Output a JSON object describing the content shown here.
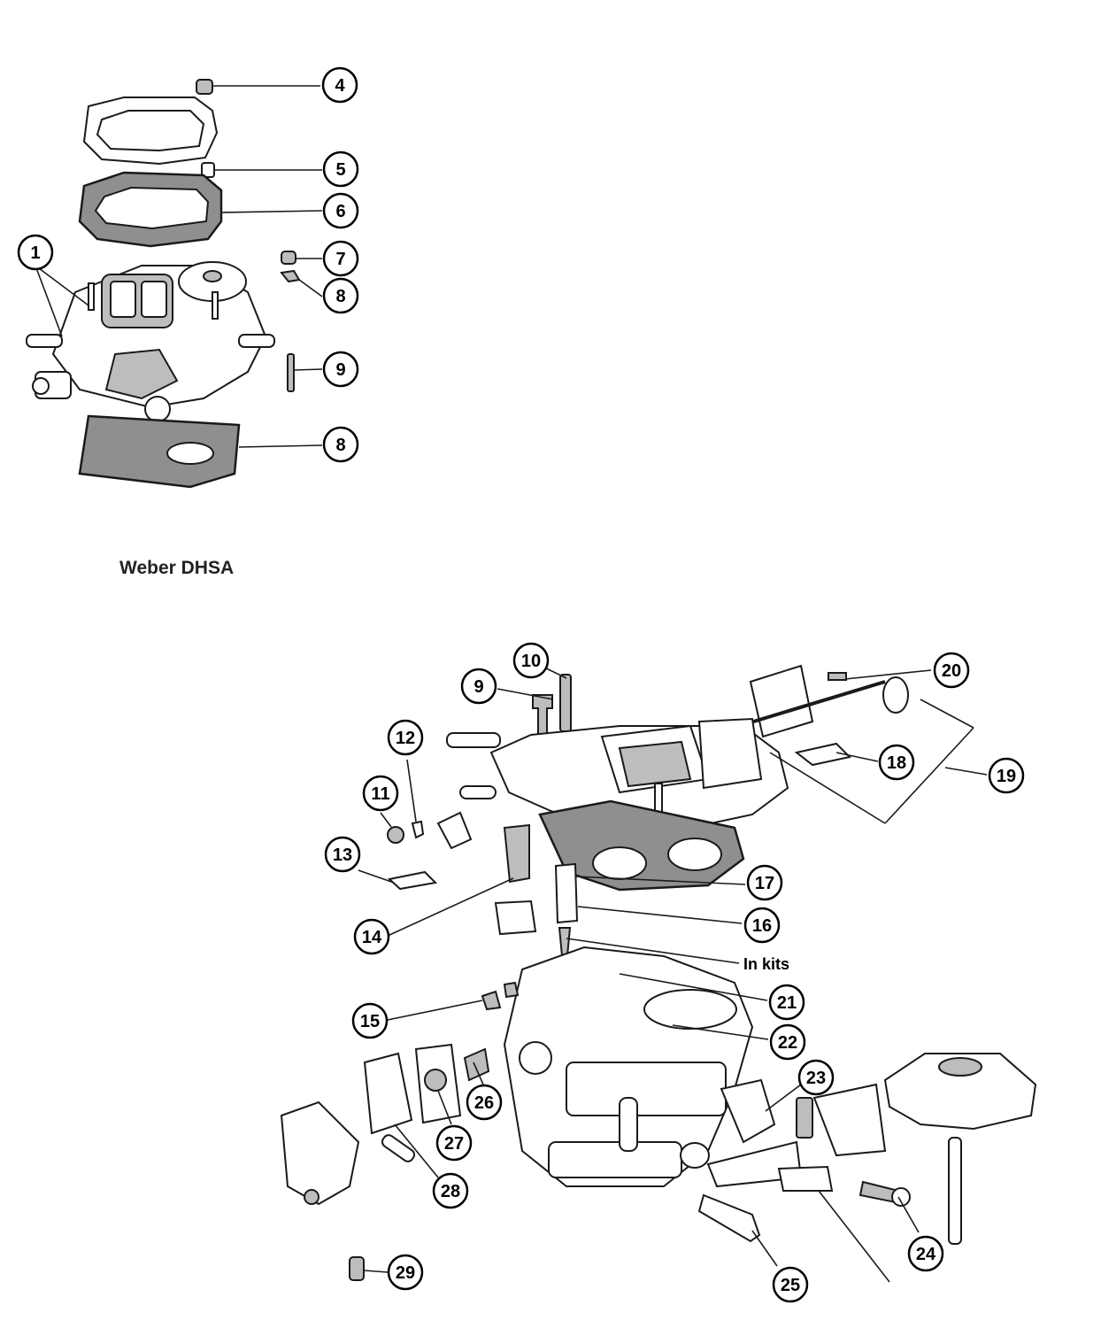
{
  "caption": "Weber DHSA",
  "in_kits_note": "In kits",
  "callouts": {
    "c1": "1",
    "c4": "4",
    "c5": "5",
    "c6": "6",
    "c7": "7",
    "c8a": "8",
    "c9a": "9",
    "c8b": "8",
    "c9b": "9",
    "c10": "10",
    "c11": "11",
    "c12": "12",
    "c13": "13",
    "c14": "14",
    "c15": "15",
    "c16": "16",
    "c17": "17",
    "c18": "18",
    "c19": "19",
    "c20": "20",
    "c21": "21",
    "c22": "22",
    "c23": "23",
    "c24": "24",
    "c25": "25",
    "c26": "26",
    "c27": "27",
    "c28": "28",
    "c29": "29"
  },
  "colors": {
    "line": "#1a1a1a",
    "shade": "#bdbdbd",
    "gasket": "#8f8f8f"
  }
}
